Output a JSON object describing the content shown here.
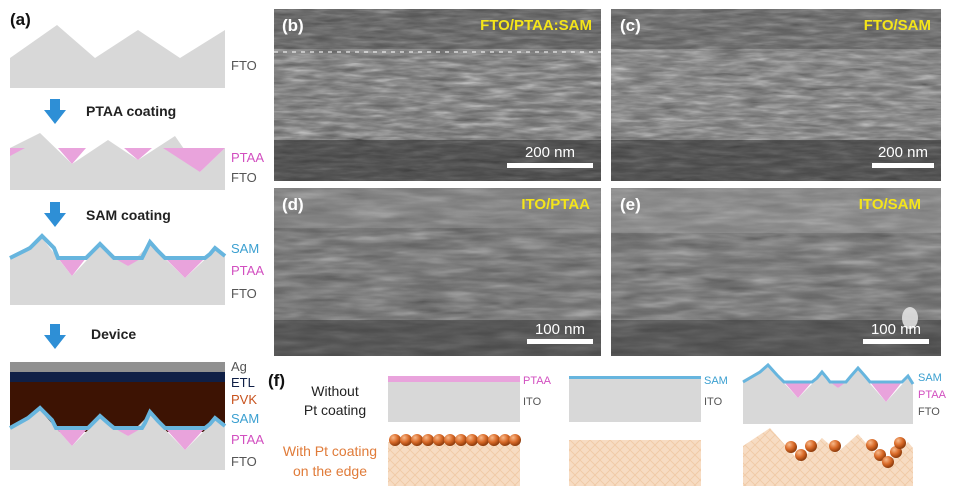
{
  "figure": {
    "panels": {
      "a": "(a)",
      "b": "(b)",
      "c": "(c)",
      "d": "(d)",
      "e": "(e)",
      "f": "(f)"
    },
    "schematic_a": {
      "fto": "FTO",
      "ptaa": "PTAA",
      "sam": "SAM",
      "ag": "Ag",
      "etl": "ETL",
      "pvk": "PVK",
      "step_ptaa": "PTAA coating",
      "step_sam": "SAM coating",
      "step_device": "Device"
    },
    "sem_images": {
      "b_title": "FTO/PTAA:SAM",
      "c_title": "FTO/SAM",
      "d_title": "ITO/PTAA",
      "e_title": "ITO/SAM",
      "b_scale": "200 nm",
      "c_scale": "200 nm",
      "d_scale": "100 nm",
      "e_scale": "100 nm"
    },
    "schematic_f": {
      "without_line1": "Without",
      "without_line2": "Pt coating",
      "with_line1": "With Pt coating",
      "with_line2": "on the edge",
      "ptaa": "PTAA",
      "ito": "ITO",
      "sam": "SAM",
      "fto": "FTO"
    },
    "colors": {
      "fto_gray": "#d8d8d8",
      "ptaa_pink": "#e9a3dc",
      "sam_blue": "#67b5de",
      "arrow_blue": "#2e8fd6",
      "ag_gray": "#909090",
      "etl_navy": "#0f1f46",
      "pvk_brown": "#3d1303",
      "pt_orange": "#e07b39",
      "pt_bg": "#f7dcc3",
      "sem_label_yellow": "#f4e51a"
    }
  }
}
